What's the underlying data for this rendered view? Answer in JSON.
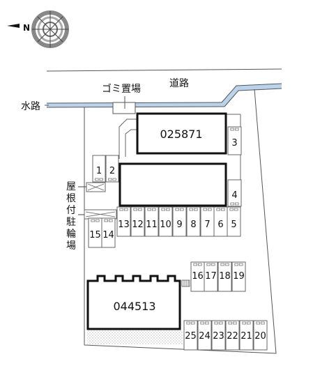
{
  "compass": {
    "north_label": "N",
    "icon": "compass-rose-icon"
  },
  "labels": {
    "road": "道路",
    "waterway": "水路",
    "garbage": "ゴミ置場",
    "bike_parking": "屋根付駐輪場"
  },
  "buildings": [
    {
      "name": "025871"
    },
    {
      "name": ""
    },
    {
      "name": "044513"
    }
  ],
  "parking": {
    "left_pair": [
      "1",
      "2"
    ],
    "right_top": [
      "3"
    ],
    "right_mid": [
      "4"
    ],
    "main_row": [
      "13",
      "12",
      "11",
      "10",
      "9",
      "8",
      "7",
      "6",
      "5"
    ],
    "lower_left": [
      "15",
      "14"
    ],
    "mid_right_row": [
      "16",
      "17",
      "18",
      "19"
    ],
    "bottom_row": [
      "25",
      "24",
      "23",
      "22",
      "21",
      "20"
    ]
  },
  "colors": {
    "building_fill": "#ffffff",
    "building_stroke": "#111111",
    "water": "#b9d3ec",
    "lines": "#555555",
    "ground": "#e6e6e6"
  }
}
